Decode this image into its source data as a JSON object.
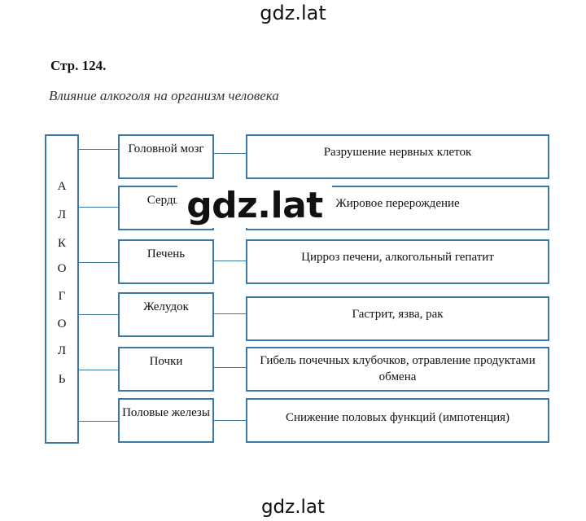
{
  "watermarks": {
    "top": "gdz.lat",
    "center": "gdz.lat",
    "bottom": "gdz.lat"
  },
  "page_label": "Стр. 124.",
  "subtitle": "Влияние алкоголя на организм человека",
  "diagram": {
    "root_letters": [
      "А",
      "Л",
      "К",
      "О",
      "Г",
      "О",
      "Л",
      "Ь"
    ],
    "rows": [
      {
        "organ": "Головной мозг",
        "effect": "Разрушение нервных клеток"
      },
      {
        "organ": "Сердце",
        "effect": "Жировое перерождение"
      },
      {
        "organ": "Печень",
        "effect": "Цирроз печени, алкогольный гепатит"
      },
      {
        "organ": "Желудок",
        "effect": "Гастрит, язва, рак"
      },
      {
        "organ": "Почки",
        "effect": "Гибель почечных клубочков, отравление продуктами обмена"
      },
      {
        "organ": "Половые железы",
        "effect": "Снижение половых функций (импотенция)"
      }
    ]
  },
  "colors": {
    "box_border": "#3a78a8"
  }
}
